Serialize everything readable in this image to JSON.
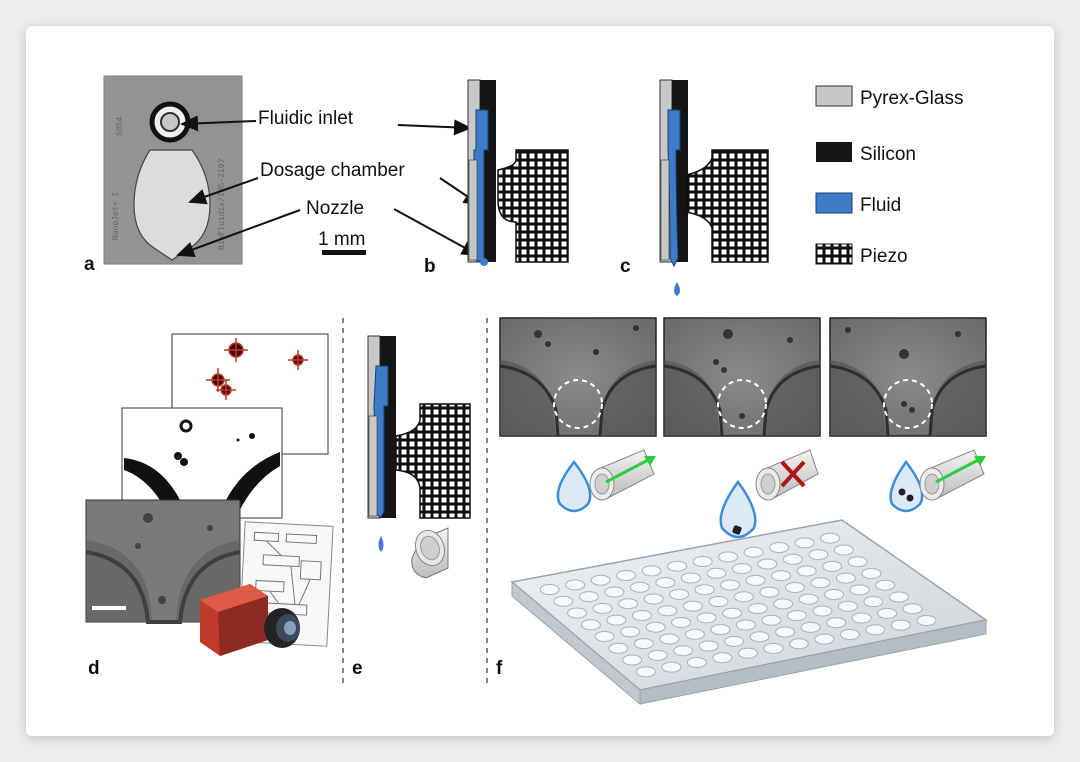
{
  "panels": [
    "a",
    "b",
    "c",
    "d",
    "e",
    "f"
  ],
  "callouts": {
    "inlet": "Fluidic inlet",
    "chamber": "Dosage chamber",
    "nozzle": "Nozzle",
    "scale": "1 mm"
  },
  "chip_engraving": {
    "left": "NanoJet+ I",
    "right": "BioFluidix/IMS-2107",
    "top": "S854"
  },
  "legend": [
    {
      "label": "Pyrex-Glass",
      "color": "#c8c8c8"
    },
    {
      "label": "Silicon",
      "color": "#151515"
    },
    {
      "label": "Fluid",
      "color": "#3e7cc8"
    },
    {
      "label": "Piezo",
      "color": "checker"
    }
  ],
  "colors": {
    "fluid": "#3e7cc8",
    "drop_outline": "#3a8fd8",
    "accept_arrow": "#2ecc40",
    "reject_cross": "#b01515",
    "camera_body": "#c0392b"
  },
  "icons": {
    "accept": "green-arrow-icon",
    "reject": "red-cross-icon",
    "camera": "camera-icon"
  }
}
